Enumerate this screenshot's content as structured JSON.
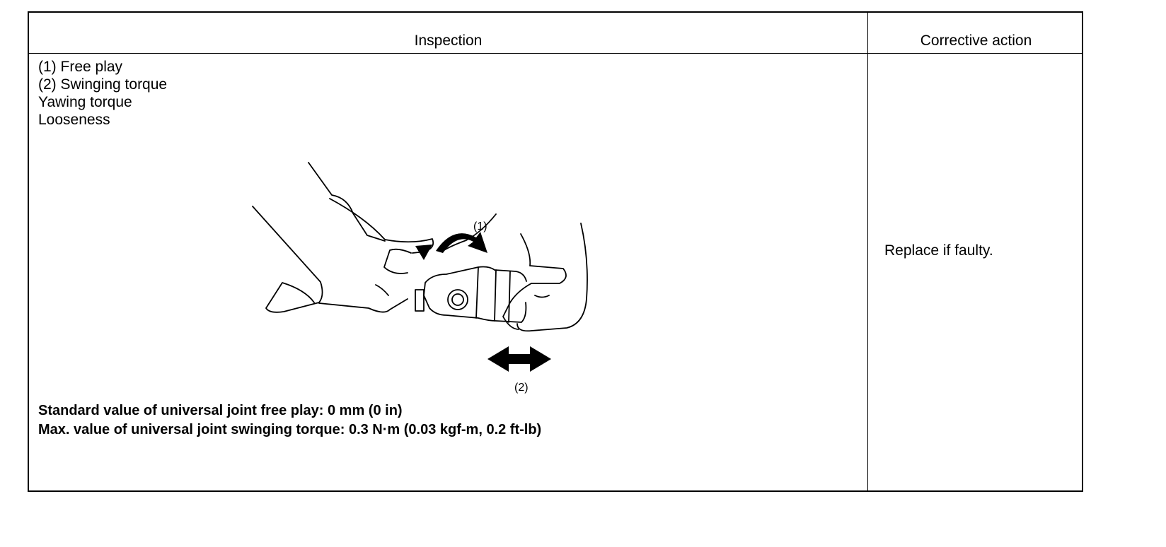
{
  "table": {
    "headers": {
      "inspection": "Inspection",
      "corrective_action": "Corrective action"
    },
    "items": [
      "(1) Free play",
      "(2) Swinging torque",
      "Yawing torque",
      "Looseness"
    ],
    "figure_labels": {
      "free_play": "(1)",
      "swinging_torque": "(2)"
    },
    "specs": [
      "Standard value of universal joint free play: 0 mm (0 in)",
      "Max. value of universal joint swinging torque: 0.3 N·m (0.03 kgf-m, 0.2 ft-lb)"
    ],
    "corrective_action": "Replace if faulty."
  }
}
